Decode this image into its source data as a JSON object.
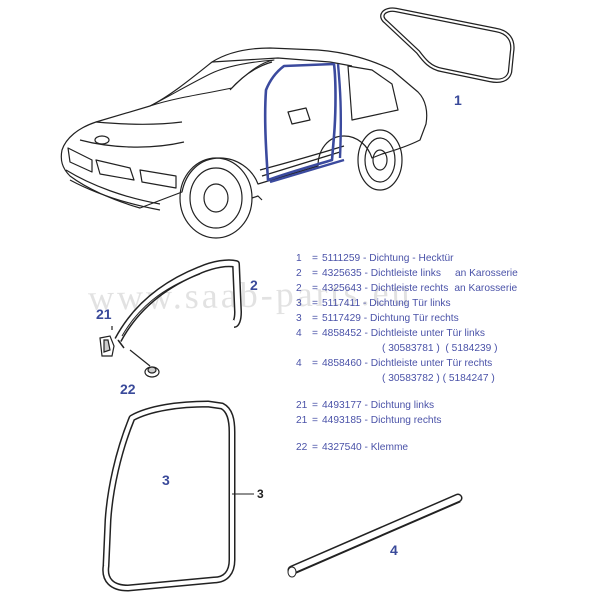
{
  "colors": {
    "callout": "#3a4a9a",
    "legend_text": "#4a52a8",
    "line_art": "#222222",
    "highlight": "#3b4a9e",
    "background": "#ffffff"
  },
  "watermark": "www.saab-parts.eu",
  "callouts": {
    "c1": "1",
    "c2": "2",
    "c21": "21",
    "c22": "22",
    "c3_inner": "3",
    "c3_outer": "3",
    "c4": "4"
  },
  "legend": [
    {
      "num": "1",
      "part": "5111259",
      "desc": "Dichtung - Hecktür",
      "extra": ""
    },
    {
      "num": "2",
      "part": "4325635",
      "desc": "Dichtleiste links",
      "extra": "an Karosserie"
    },
    {
      "num": "2",
      "part": "4325643",
      "desc": "Dichtleiste rechts",
      "extra": "an Karosserie"
    },
    {
      "num": "3",
      "part": "5117411",
      "desc": "Dichtung Tür links",
      "extra": ""
    },
    {
      "num": "3",
      "part": "5117429",
      "desc": "Dichtung Tür rechts",
      "extra": ""
    },
    {
      "num": "4",
      "part": "4858452",
      "desc": "Dichtleiste unter Tür links",
      "extra": ""
    },
    {
      "num": "",
      "part": "",
      "desc": "( 30583781 )  ( 5184239 )",
      "extra": "",
      "indent": true
    },
    {
      "num": "4",
      "part": "4858460",
      "desc": "Dichtleiste unter Tür rechts",
      "extra": ""
    },
    {
      "num": "",
      "part": "",
      "desc": "( 30583782 ) ( 5184247 )",
      "extra": "",
      "indent": true
    },
    {
      "gap": true
    },
    {
      "num": "21",
      "part": "4493177",
      "desc": "Dichtung links",
      "extra": ""
    },
    {
      "num": "21",
      "part": "4493185",
      "desc": "Dichtung rechts",
      "extra": ""
    },
    {
      "gap": true
    },
    {
      "num": "22",
      "part": "4327540",
      "desc": "Klemme",
      "extra": ""
    }
  ]
}
